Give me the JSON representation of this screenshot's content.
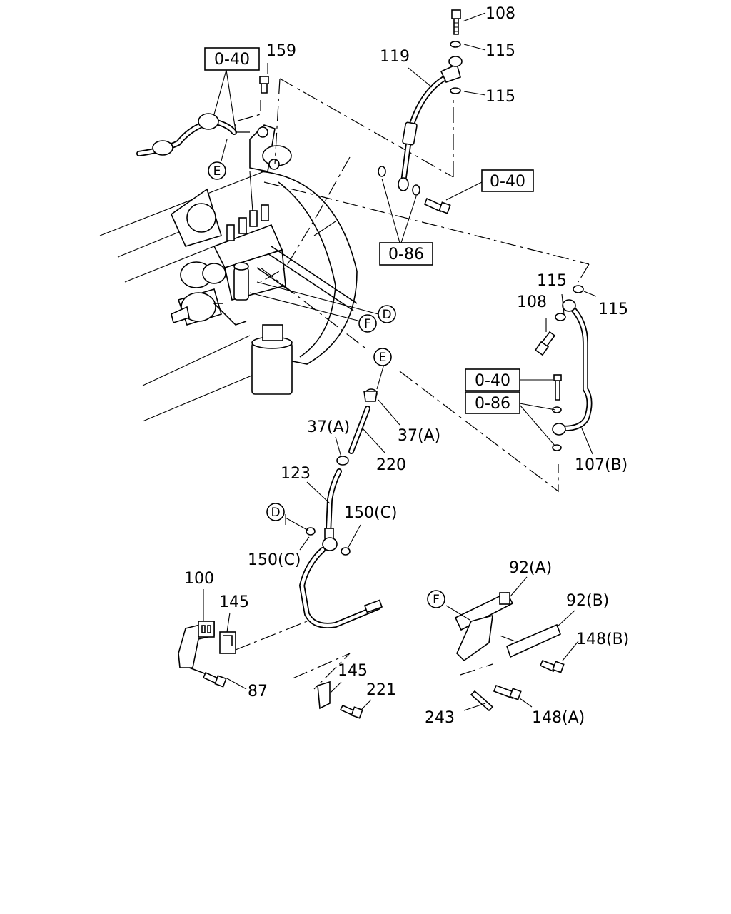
{
  "labels": {
    "p108_top": "108",
    "p115_a": "115",
    "p115_b": "115",
    "p119": "119",
    "p159": "159",
    "p115_c": "115",
    "p115_d": "115",
    "p108_right": "108",
    "p107b": "107(B)",
    "p37a_left": "37(A)",
    "p37a_right": "37(A)",
    "p220": "220",
    "p123": "123",
    "p150c_top": "150(C)",
    "p150c_bot": "150(C)",
    "p100": "100",
    "p145_a": "145",
    "p87": "87",
    "p145_b": "145",
    "p221": "221",
    "p92a": "92(A)",
    "p92b": "92(B)",
    "p148b": "148(B)",
    "p148a": "148(A)",
    "p243": "243"
  },
  "refs": {
    "r040_tl": "0-40",
    "r040_mid": "0-40",
    "r086_mid": "0-86",
    "r040_right": "0-40",
    "r086_right": "0-86"
  },
  "markers": {
    "E_top": "E",
    "D_mid": "D",
    "F_mid": "F",
    "E_center": "E",
    "D_left": "D",
    "F_bottom": "F"
  }
}
